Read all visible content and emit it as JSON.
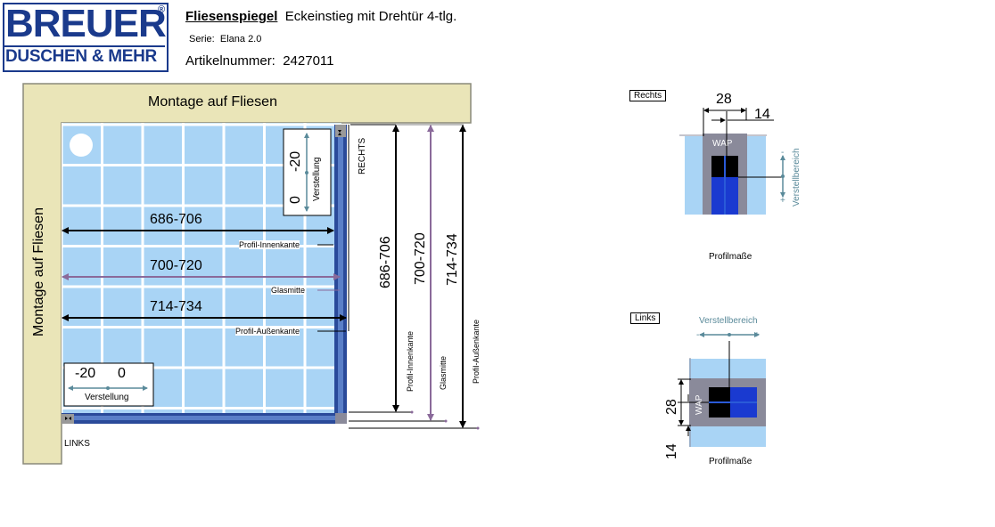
{
  "header": {
    "logo_main": "BREUER",
    "logo_registered": "®",
    "logo_sub": "DUSCHEN & MEHR",
    "title_bold": "Fliesenspiegel",
    "title_rest": "Eckeinstieg mit Drehtür 4-tlg.",
    "serie_label": "Serie:",
    "serie_value": "Elana 2.0",
    "article_label": "Artikelnummer:",
    "article_value": "2427011"
  },
  "plan": {
    "top_wall_label": "Montage auf Fliesen",
    "left_wall_label": "Montage auf Fliesen",
    "right_label": "RECHTS",
    "left_label": "LINKS",
    "horizontal_dims": [
      {
        "value": "686-706",
        "ref": "Profil-Innenkante"
      },
      {
        "value": "700-720",
        "ref": "Glasmitte"
      },
      {
        "value": "714-734",
        "ref": "Profil-Außenkante"
      }
    ],
    "vertical_dims": [
      {
        "value": "686-706",
        "ref": "Profil-Innenkante"
      },
      {
        "value": "700-720",
        "ref": "Glasmitte"
      },
      {
        "value": "714-734",
        "ref": "Profil-Außenkante"
      }
    ],
    "adjust_right": {
      "a": "-20",
      "b": "0",
      "label": "Verstellung"
    },
    "adjust_left": {
      "a": "-20",
      "b": "0",
      "label": "Verstellung"
    }
  },
  "profile_right": {
    "tag": "Rechts",
    "dim_outer": "28",
    "dim_inner": "14",
    "wap": "WAP",
    "range_label": "Verstellbereich",
    "minus": "-",
    "plus": "+",
    "caption": "Profilmaße"
  },
  "profile_left": {
    "tag": "Links",
    "dim_outer": "28",
    "dim_inner": "14",
    "wap": "WAP",
    "range_label": "Verstellbereich",
    "minus": "-",
    "plus": "+",
    "caption": "Profilmaße"
  },
  "colors": {
    "tile": "#a9d4f5",
    "grout": "#ffffff",
    "wall": "#eae5b8",
    "wall_border": "#8a8a7a",
    "profile": "#2a4a9a",
    "logo": "#1a3a8c",
    "purple": "#8a6a9a",
    "teal": "#5a8a9a"
  }
}
